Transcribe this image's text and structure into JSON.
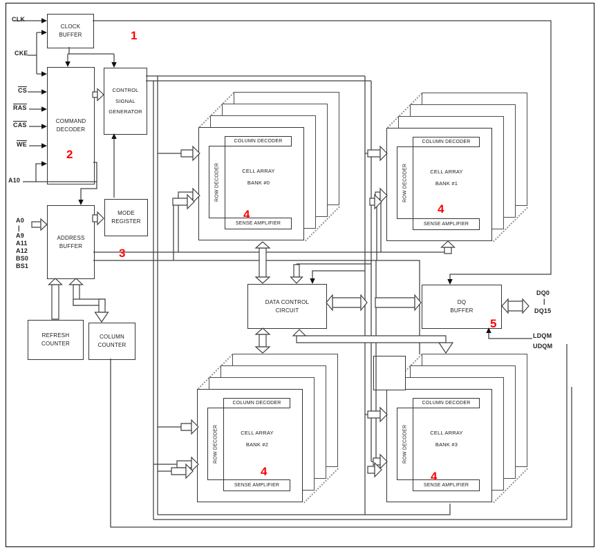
{
  "page": {
    "background": "#ffffff",
    "border_color": "#000000"
  },
  "colors": {
    "annotation_red": "#FF0000",
    "line": "#3f3f3f",
    "box_border": "#333333"
  },
  "signals_left": {
    "clk": "CLK",
    "cke": "CKE",
    "cs": "CS",
    "ras": "RAS",
    "cas": "CAS",
    "we": "WE",
    "a10": "A10",
    "addr_bus": [
      "A0",
      "|",
      "A9",
      "A11",
      "A12",
      "BS0",
      "BS1"
    ]
  },
  "blocks": {
    "clock_buffer": [
      "CLOCK",
      "BUFFER"
    ],
    "command_decoder": [
      "COMMAND",
      "DECODER"
    ],
    "control_signal_generator": [
      "CONTROL",
      "SIGNAL",
      "GENERATOR"
    ],
    "mode_register": [
      "MODE",
      "REGISTER"
    ],
    "address_buffer": [
      "ADDRESS",
      "BUFFER"
    ],
    "refresh_counter": [
      "REFRESH",
      "COUNTER"
    ],
    "column_counter": [
      "COLUMN",
      "COUNTER"
    ],
    "data_control_circuit": [
      "DATA CONTROL",
      "CIRCUIT"
    ],
    "dq_buffer": [
      "DQ",
      "BUFFER"
    ]
  },
  "banks": {
    "common": {
      "column_decoder": "COLUMN DECODER",
      "row_decoder": "ROW DECODER",
      "cell_array": "CELL ARRAY",
      "sense_amplifier": "SENSE AMPLIFIER"
    },
    "items": [
      {
        "name": "BANK #0"
      },
      {
        "name": "BANK #1"
      },
      {
        "name": "BANK #2"
      },
      {
        "name": "BANK #3"
      }
    ]
  },
  "signals_right": {
    "dq0": "DQ0",
    "range_tick": "|",
    "dq15": "DQ15",
    "ldqm": "LDQM",
    "udqm": "UDQM"
  },
  "annotations": {
    "n1": "1",
    "n2": "2",
    "n3": "3",
    "n4": "4",
    "n5": "5"
  }
}
